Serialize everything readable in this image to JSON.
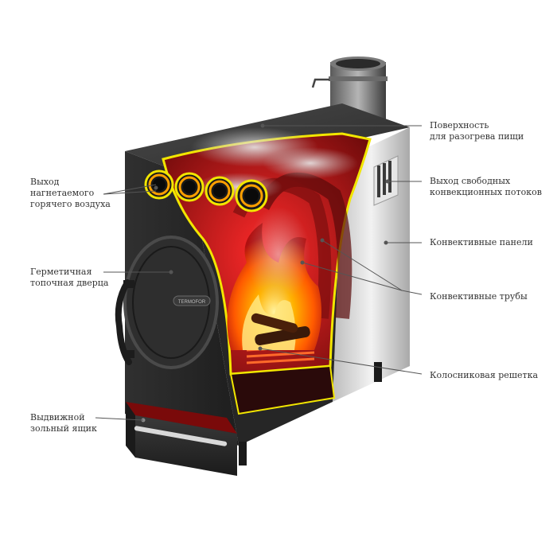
{
  "labels": {
    "cooking_surface": {
      "line1": "Поверхность",
      "line2": "для разогрева пищи"
    },
    "convection_outlet": {
      "line1": "Выход свободных",
      "line2": "конвекционных потоков"
    },
    "convection_panels": {
      "line1": "Конвективные панели"
    },
    "convection_pipes": {
      "line1": "Конвективные трубы"
    },
    "grate": {
      "line1": "Колосниковая решетка"
    },
    "hot_air_outlet": {
      "line1": "Выход",
      "line2": "нагнетаемого",
      "line3": "горячего воздуха"
    },
    "sealed_door": {
      "line1": "Герметичная",
      "line2": "топочная дверца"
    },
    "ash_drawer": {
      "line1": "Выдвижной",
      "line2": "зольный ящик"
    }
  },
  "brand_mark": "TERMOFOR",
  "colors": {
    "stove_body": "#2b2b2b",
    "steel_panel": "#d9d9d9",
    "outline_yellow": "#f2e600",
    "inner_red": "#c4161c",
    "flame_orange": "#ff8a00",
    "leader_line": "#555555"
  }
}
